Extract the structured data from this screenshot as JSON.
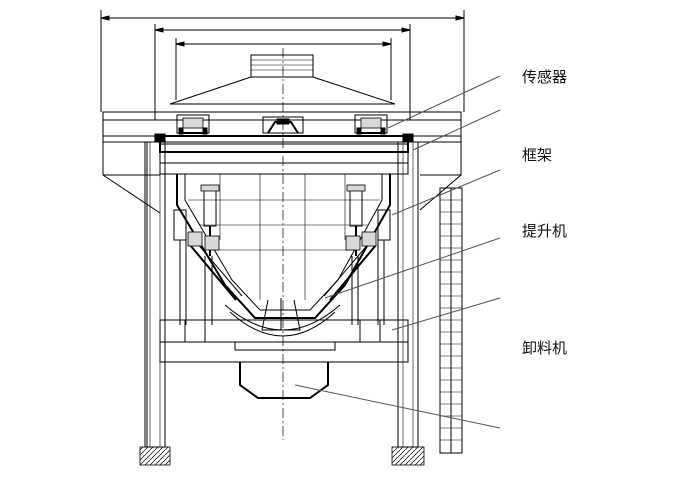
{
  "labels": {
    "sensor": "传感器",
    "frame": "框架",
    "hoist": "提升机",
    "unloader": "卸料机"
  }
}
